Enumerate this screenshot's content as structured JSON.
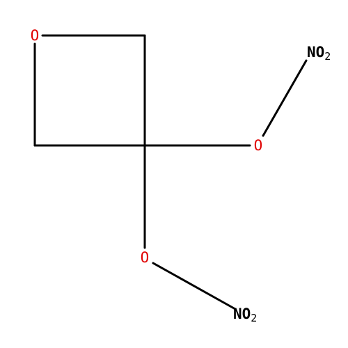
{
  "molecule": {
    "labels": {
      "ring_oxygen": "O",
      "ester_oxygen_1": "O",
      "ester_oxygen_2": "O",
      "nitro_1": {
        "main": "NO",
        "sub": "2"
      },
      "nitro_2": {
        "main": "NO",
        "sub": "2"
      }
    },
    "colors": {
      "bond": "#000000",
      "oxygen": "#e00000",
      "nitrogen": "#000000",
      "background": "#ffffff"
    }
  }
}
